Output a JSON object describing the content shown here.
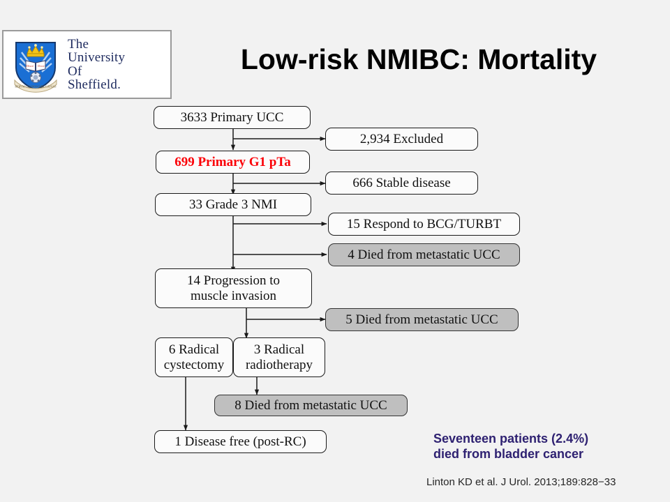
{
  "slide": {
    "background_color": "#f2f2f2",
    "title": "Low-risk NMIBC: Mortality"
  },
  "logo": {
    "crest_icon": "university-shield-crest-icon",
    "line1": "The",
    "line2": "University",
    "line3": "Of",
    "line4": "Sheffield.",
    "text_color": "#1d2a5e"
  },
  "flowchart": {
    "nodes": [
      {
        "id": "primary-ucc",
        "label": "3633 Primary UCC",
        "style": "plain"
      },
      {
        "id": "excluded",
        "label": "2,934 Excluded",
        "style": "plain"
      },
      {
        "id": "primary-g1-pta",
        "label": "699 Primary G1 pTa",
        "style": "red"
      },
      {
        "id": "stable-disease",
        "label": "666 Stable disease",
        "style": "plain"
      },
      {
        "id": "grade-3-nmi",
        "label": "33 Grade 3 NMI",
        "style": "plain"
      },
      {
        "id": "respond-bcg-turbt",
        "label": "15 Respond to BCG/TURBT",
        "style": "plain"
      },
      {
        "id": "died-4",
        "label": "4 Died from metastatic  UCC",
        "style": "gray"
      },
      {
        "id": "progression",
        "label": "14 Progression to\nmuscle invasion",
        "style": "plain"
      },
      {
        "id": "died-5",
        "label": "5 Died from metastatic  UCC",
        "style": "gray"
      },
      {
        "id": "radical-cystectomy",
        "label": "6 Radical\ncystectomy",
        "style": "plain"
      },
      {
        "id": "radical-radiotherapy",
        "label": "3 Radical\nradiotherapy",
        "style": "plain"
      },
      {
        "id": "died-8",
        "label": "8 Died from metastatic  UCC",
        "style": "gray"
      },
      {
        "id": "disease-free",
        "label": "1 Disease free (post-RC)",
        "style": "plain"
      }
    ],
    "colors": {
      "gray_fill": "#bfbfbf",
      "plain_fill": "#fbfbfb",
      "border": "#1a1a1a",
      "red_text": "#fb0007"
    }
  },
  "summary": {
    "text": "Seventeen patients (2.4%)\ndied from bladder cancer",
    "color": "#2e2171"
  },
  "citation": {
    "text": "Linton KD et al. J Urol. 2013;189:828−33"
  }
}
